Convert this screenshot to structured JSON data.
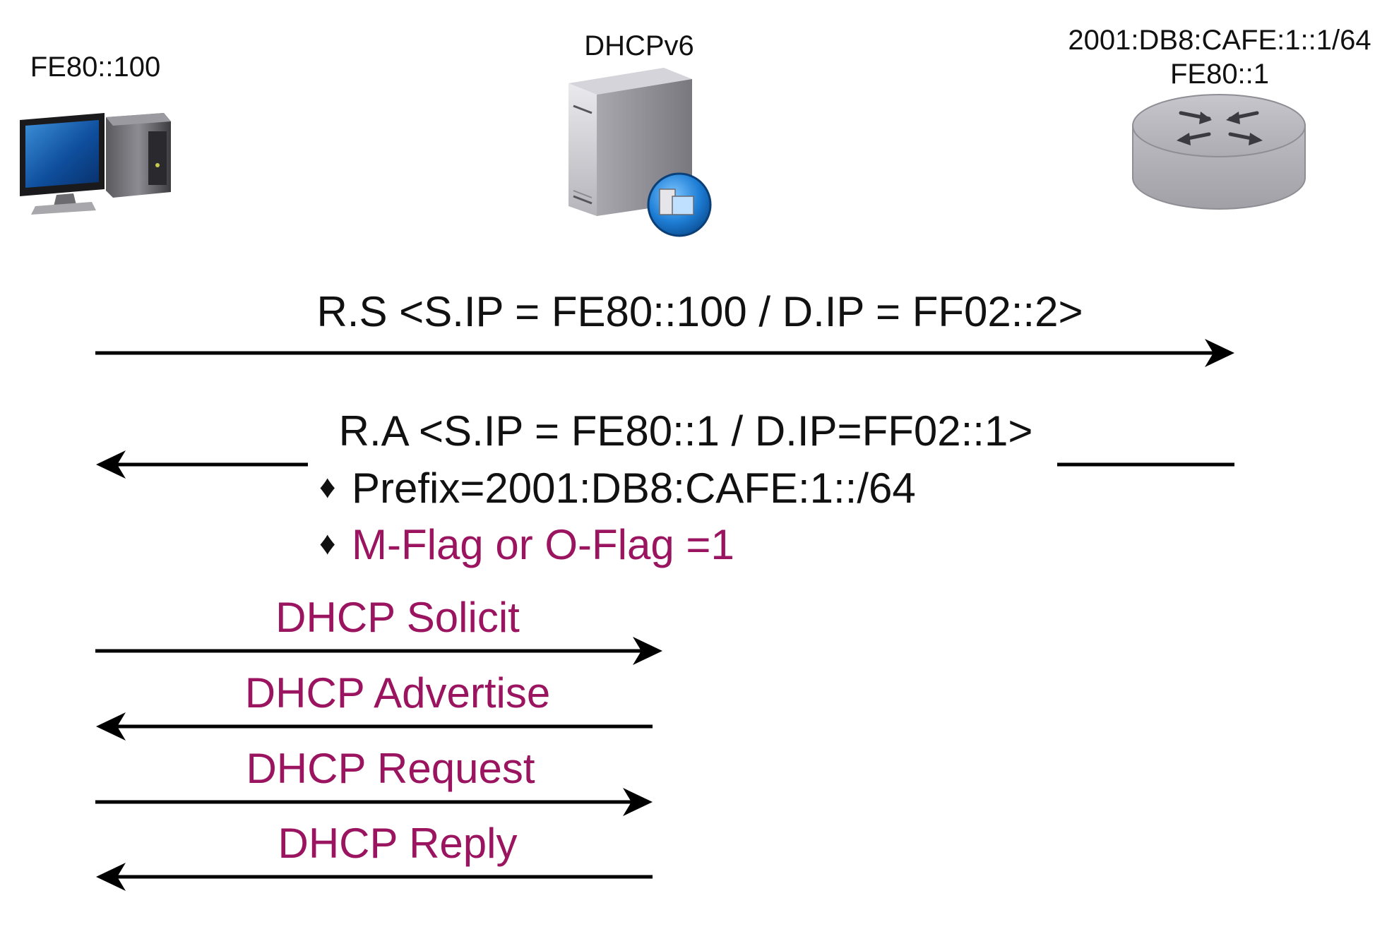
{
  "nodes": {
    "host": {
      "label": "FE80::100",
      "icon": "desktop-computer-icon"
    },
    "dhcp_server": {
      "label": "DHCPv6",
      "icon": "server-icon"
    },
    "router": {
      "labels": [
        "2001:DB8:CAFE:1::1/64",
        "FE80::1"
      ],
      "icon": "router-icon"
    }
  },
  "messages": {
    "rs": {
      "label": "R.S <S.IP = FE80::100 / D.IP = FF02::2>",
      "from": "host",
      "to": "router"
    },
    "ra": {
      "label": "R.A <S.IP = FE80::1 / D.IP=FF02::1>",
      "from": "router",
      "to": "host",
      "bullet": "♦",
      "details": [
        {
          "text": "Prefix=2001:DB8:CAFE:1::/64",
          "highlight": false
        },
        {
          "text": "M-Flag or O-Flag =1",
          "highlight": true
        }
      ]
    },
    "solicit": {
      "label": "DHCP Solicit",
      "from": "host",
      "to": "dhcp_server"
    },
    "advertise": {
      "label": "DHCP Advertise",
      "from": "dhcp_server",
      "to": "host"
    },
    "request": {
      "label": "DHCP Request",
      "from": "host",
      "to": "dhcp_server"
    },
    "reply": {
      "label": "DHCP Reply",
      "from": "dhcp_server",
      "to": "host"
    }
  },
  "colors": {
    "text": "#111111",
    "highlight": "#9a1460",
    "arrow": "#000000"
  }
}
